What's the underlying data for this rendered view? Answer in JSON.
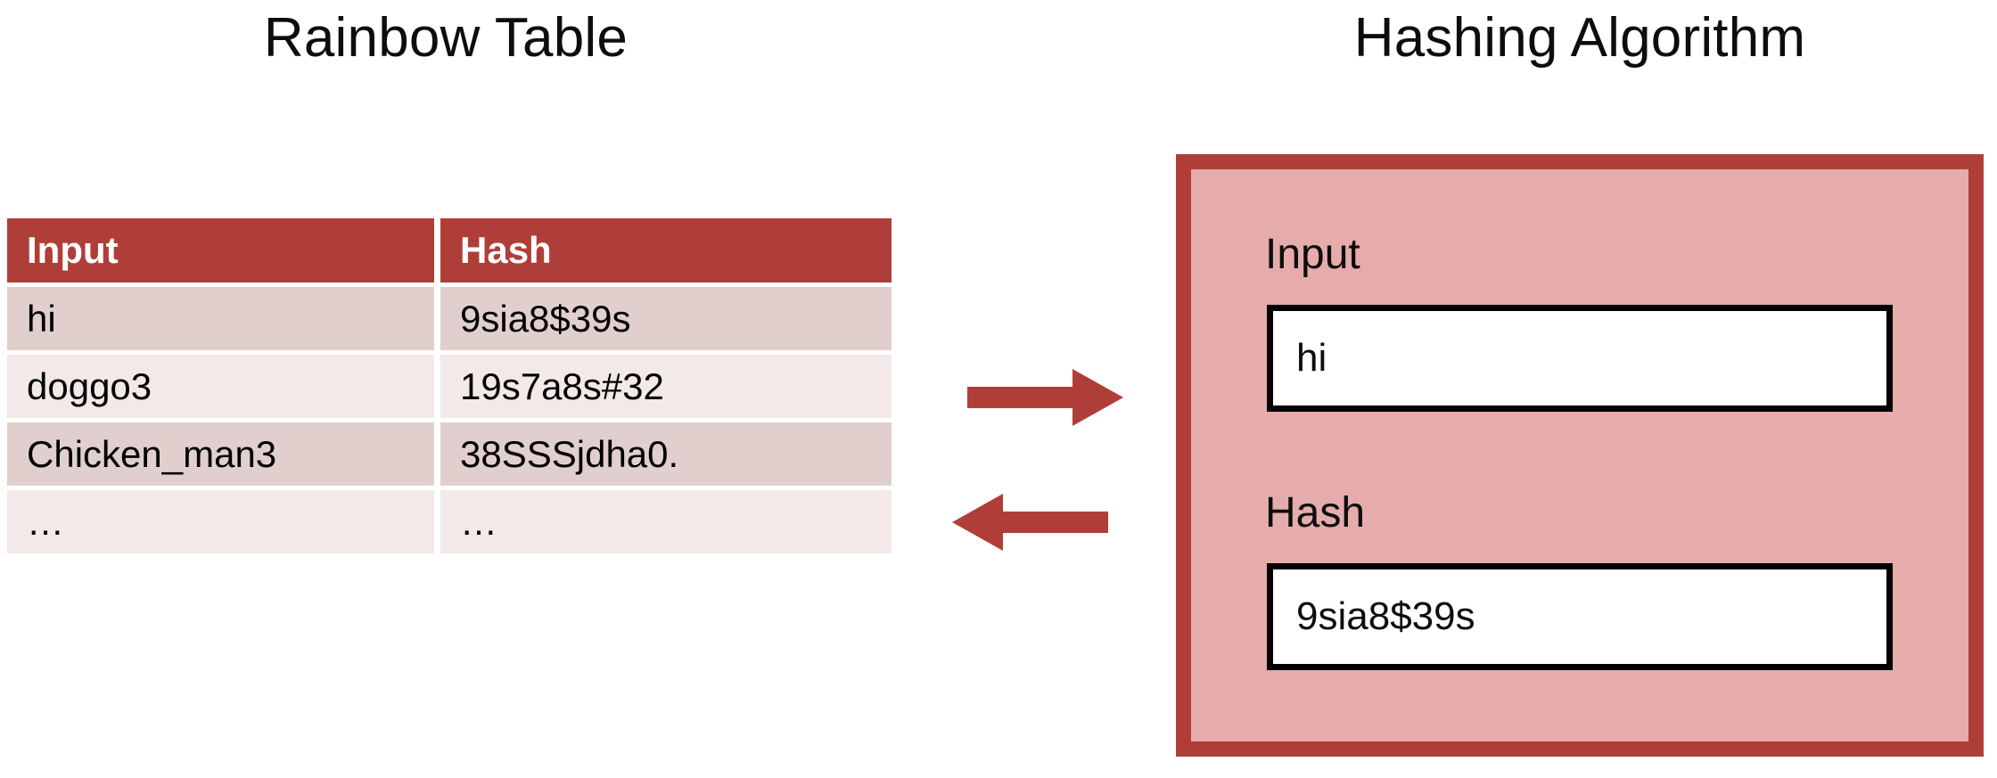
{
  "left_panel": {
    "title": "Rainbow Table",
    "table": {
      "columns": [
        "Input",
        "Hash"
      ],
      "rows": [
        {
          "input": "hi",
          "hash": "9sia8$39s"
        },
        {
          "input": "doggo3",
          "hash": "19s7a8s#32"
        },
        {
          "input": "Chicken_man3",
          "hash": "38SSSjdha0."
        },
        {
          "input": "…",
          "hash": "…"
        }
      ]
    }
  },
  "connectors": {
    "forward_arrow": "arrow-right-icon",
    "reverse_arrow": "arrow-left-icon"
  },
  "right_panel": {
    "title": "Hashing Algorithm",
    "fields": [
      {
        "label": "Input",
        "value": "hi"
      },
      {
        "label": "Hash",
        "value": "9sia8$39s"
      }
    ]
  },
  "colors": {
    "accent_red": "#b03e38",
    "panel_fill": "#e5acab",
    "row_shade_dark": "#e1cfce",
    "row_shade_light": "#f2e9e8",
    "text": "#0d0d0d",
    "field_background": "#ffffff",
    "field_border": "#000000"
  }
}
